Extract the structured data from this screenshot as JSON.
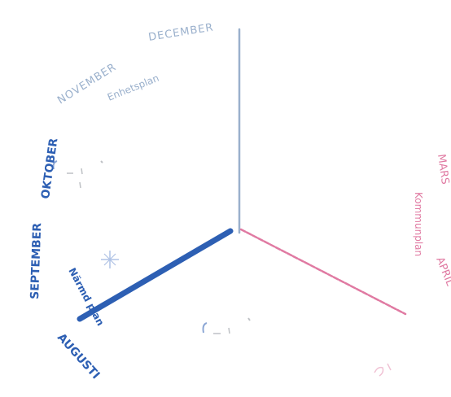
{
  "colors": {
    "enhet": "#9ab0cc",
    "kommun": "#e07aa2",
    "narmd": "#2d5fb3",
    "narmd_light": "#6f92d1",
    "noise": "#8a8f96"
  },
  "months": {
    "november": "NOVEMBER",
    "december": "DECEMBER",
    "oktober": "OKTOBER",
    "september": "SEPTEMBER",
    "augusti": "AUGUSTI",
    "mars": "MARS",
    "april": "APRIL"
  },
  "plans": {
    "enhetsplan": "Enhetsplan",
    "kommunplan": "Kommunplan",
    "narmdplan": "Närmd plan"
  }
}
